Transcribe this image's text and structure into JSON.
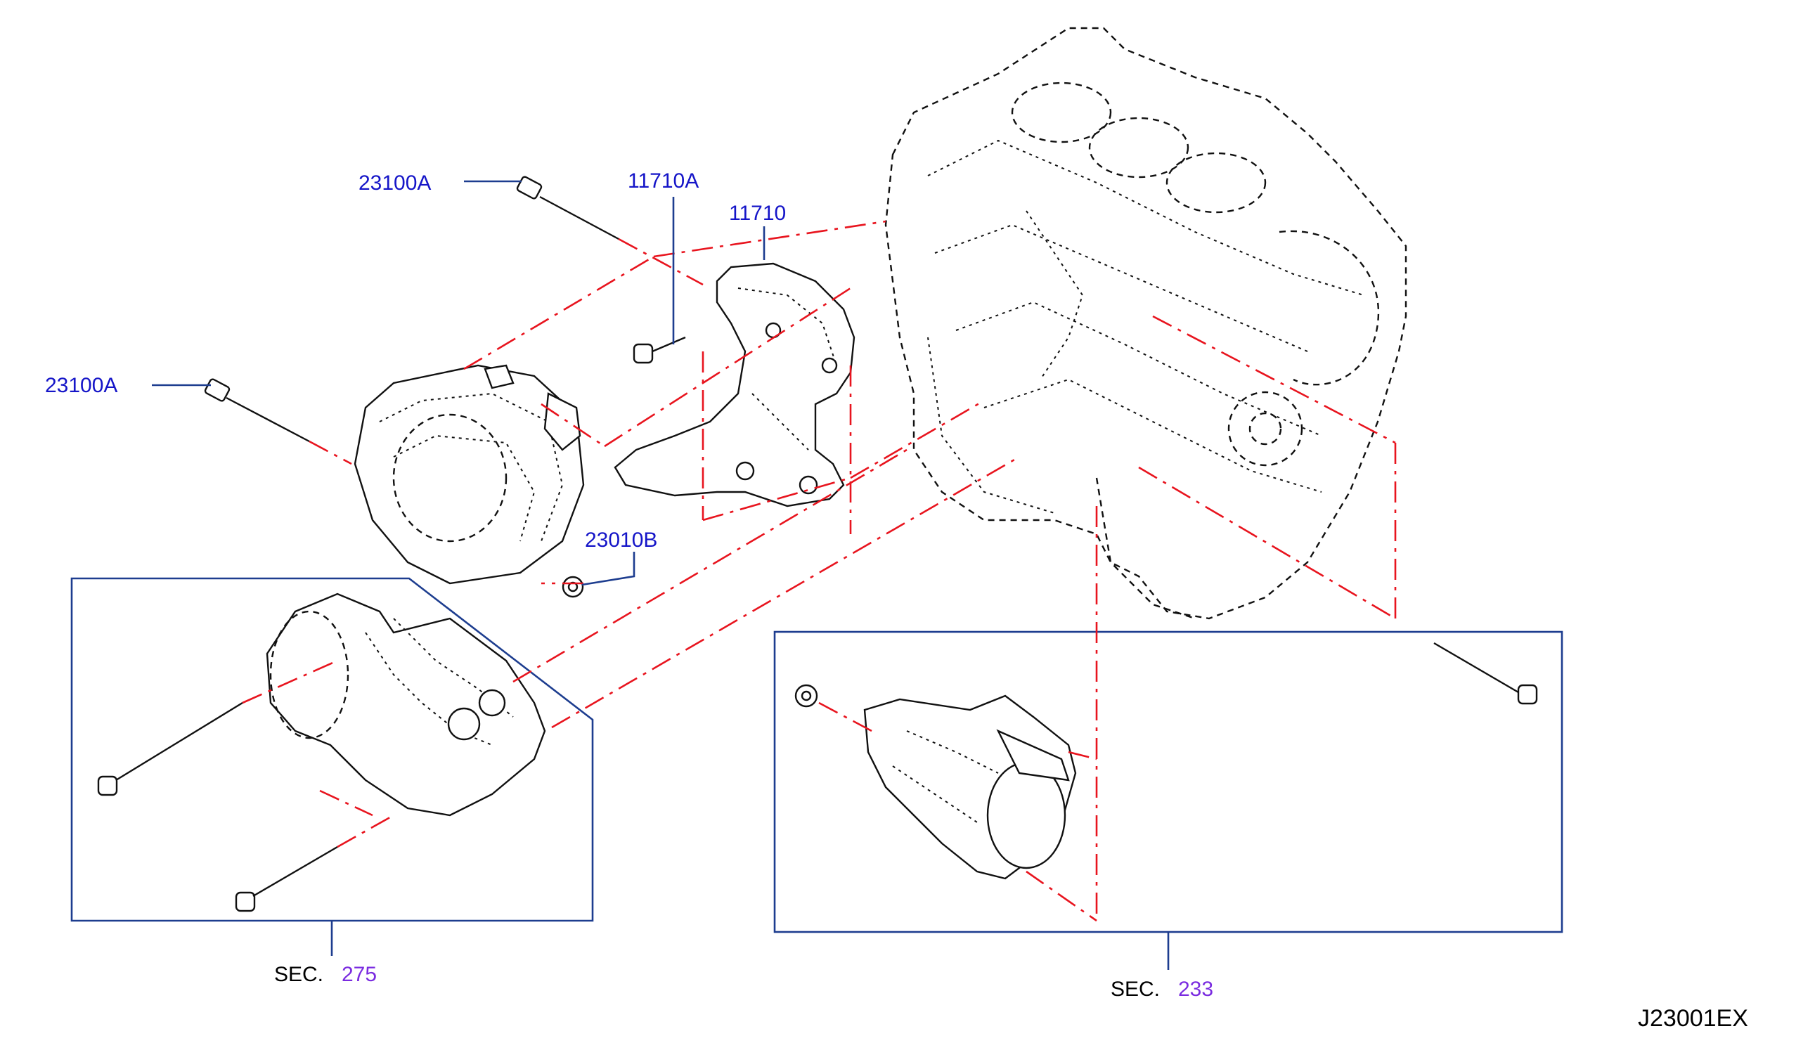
{
  "colors": {
    "callout_text": "#1515c8",
    "section_number": "#7a2be0",
    "label_text": "#000000",
    "leader_line": "#1d3d8f",
    "dash_line": "#e8141e",
    "part_stroke": "#111111"
  },
  "callouts": {
    "bolt_upper": "23100A",
    "bolt_lower": "23100A",
    "bracket_bolt": "11710A",
    "bracket": "11710",
    "nut": "23010B"
  },
  "sections": {
    "left": {
      "prefix": "SEC.",
      "number": "275"
    },
    "right": {
      "prefix": "SEC.",
      "number": "233"
    }
  },
  "diagram_code": "J23001EX",
  "icons": {
    "engine_block": "engine-block-icon",
    "alternator": "alternator-icon",
    "bracket": "alternator-bracket-icon",
    "starter_motor": "starter-motor-icon",
    "bolt": "bolt-icon",
    "nut": "nut-icon"
  }
}
